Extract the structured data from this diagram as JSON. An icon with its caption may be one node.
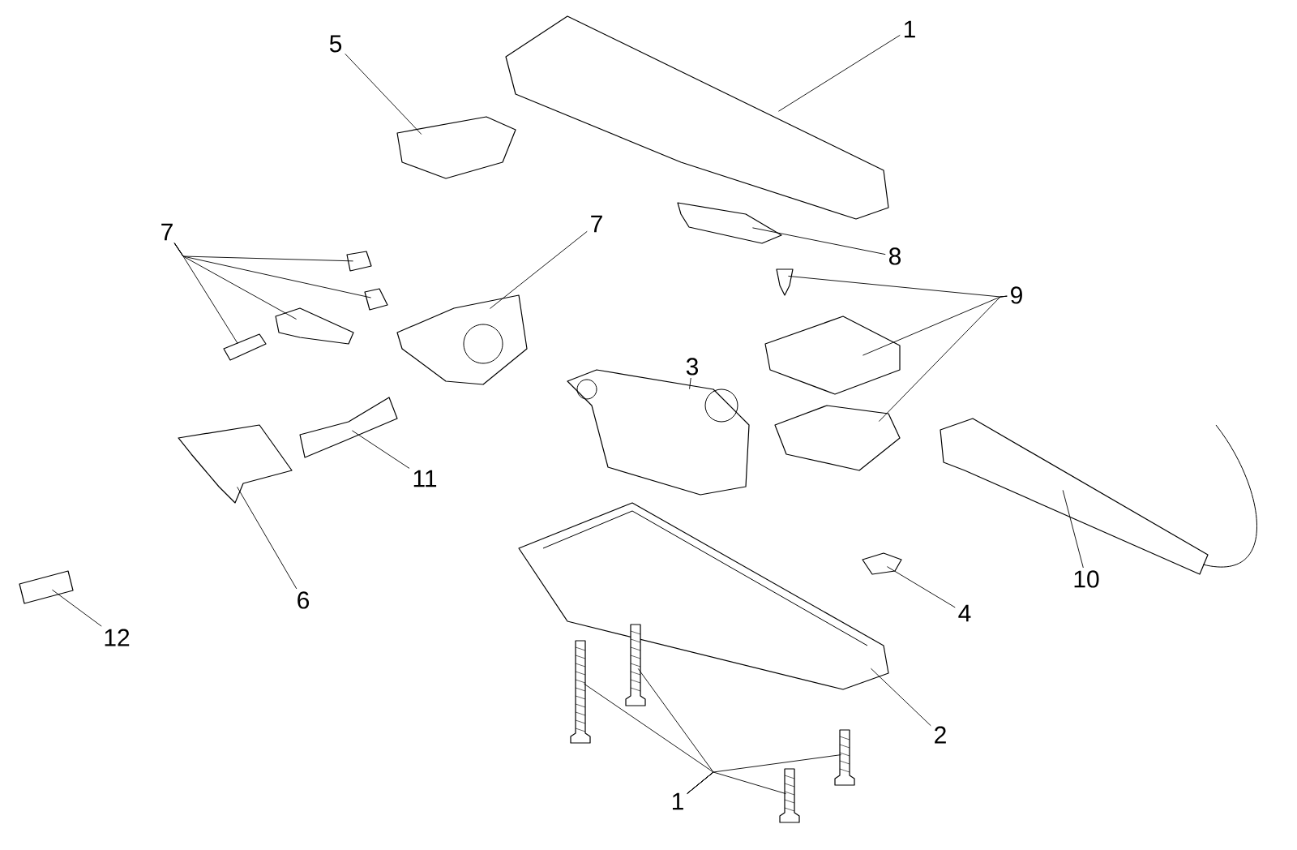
{
  "diagram": {
    "nodes": [
      {
        "text": [
          "1"
        ]
      },
      {
        "text": [],
        "shape": "picture"
      },
      {
        "text": [
          "5"
        ]
      },
      {
        "text": [],
        "shape": "picture"
      },
      {
        "text": [
          "7"
        ]
      },
      {
        "text": [],
        "shape": "picture"
      },
      {
        "text": [],
        "shape": "picture"
      },
      {
        "text": [],
        "shape": "picture"
      },
      {
        "text": [],
        "shape": "picture"
      },
      {
        "text": [
          "7"
        ]
      },
      {
        "text": [],
        "shape": "picture"
      },
      {
        "text": [
          "8"
        ]
      },
      {
        "text": [],
        "shape": "picture"
      },
      {
        "text": [
          "9"
        ]
      },
      {
        "text": [],
        "shape": "picture"
      },
      {
        "text": [],
        "shape": "picture"
      },
      {
        "text": [],
        "shape": "picture"
      },
      {
        "text": [
          "3"
        ]
      },
      {
        "text": [],
        "shape": "picture"
      },
      {
        "text": [
          "11"
        ]
      },
      {
        "text": [],
        "shape": "picture"
      },
      {
        "text": [
          "6"
        ]
      },
      {
        "text": [],
        "shape": "picture"
      },
      {
        "text": [
          "12"
        ]
      },
      {
        "text": [],
        "shape": "picture"
      },
      {
        "text": [
          "10"
        ]
      },
      {
        "text": [],
        "shape": "picture"
      },
      {
        "text": [
          "4"
        ]
      },
      {
        "text": [],
        "shape": "picture"
      },
      {
        "text": [
          "2"
        ]
      },
      {
        "text": [],
        "shape": "picture"
      },
      {
        "text": [
          "1"
        ]
      },
      {
        "text": [],
        "shape": "picture"
      },
      {
        "text": [],
        "shape": "picture"
      },
      {
        "text": [],
        "shape": "picture"
      },
      {
        "text": [],
        "shape": "picture"
      }
    ],
    "edges": [
      {
        "from": 0,
        "to": 1,
        "arrow": "none"
      },
      {
        "from": 2,
        "to": 3,
        "arrow": "none"
      },
      {
        "from": 4,
        "to": 5,
        "arrow": "none"
      },
      {
        "from": 4,
        "to": 6,
        "arrow": "none"
      },
      {
        "from": 4,
        "to": 7,
        "arrow": "none"
      },
      {
        "from": 4,
        "to": 8,
        "arrow": "none"
      },
      {
        "from": 9,
        "to": 10,
        "arrow": "none"
      },
      {
        "from": 11,
        "to": 12,
        "arrow": "none"
      },
      {
        "from": 13,
        "to": 14,
        "arrow": "none"
      },
      {
        "from": 13,
        "to": 15,
        "arrow": "none"
      },
      {
        "from": 13,
        "to": 16,
        "arrow": "none"
      },
      {
        "from": 17,
        "to": 18,
        "arrow": "none"
      },
      {
        "from": 19,
        "to": 20,
        "arrow": "none"
      },
      {
        "from": 21,
        "to": 22,
        "arrow": "none"
      },
      {
        "from": 23,
        "to": 24,
        "arrow": "none"
      },
      {
        "from": 25,
        "to": 26,
        "arrow": "none"
      },
      {
        "from": 27,
        "to": 28,
        "arrow": "none"
      },
      {
        "from": 29,
        "to": 30,
        "arrow": "none"
      },
      {
        "from": 31,
        "to": 32,
        "arrow": "none"
      },
      {
        "from": 31,
        "to": 33,
        "arrow": "none"
      },
      {
        "from": 31,
        "to": 34,
        "arrow": "none"
      },
      {
        "from": 31,
        "to": 35,
        "arrow": "none"
      }
    ]
  }
}
